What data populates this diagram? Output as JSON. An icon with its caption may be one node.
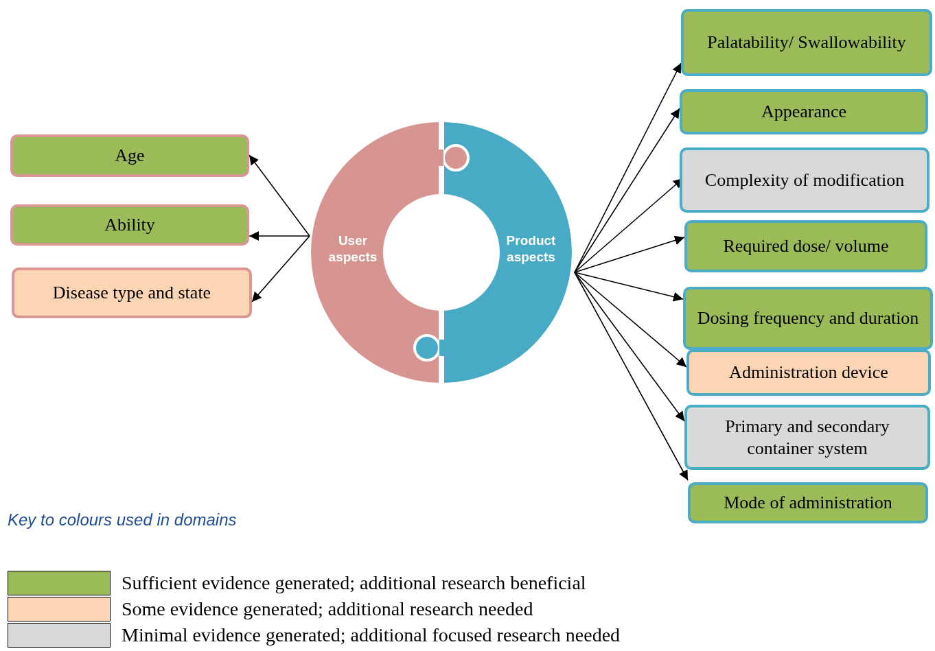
{
  "diagram": {
    "nodes": [
      {
        "text": [
          "User aspects"
        ]
      },
      {
        "text": [
          "Product aspects"
        ]
      },
      {
        "text": [
          "Age"
        ]
      },
      {
        "text": [
          "Ability"
        ]
      },
      {
        "text": [
          "Disease type and state"
        ]
      },
      {
        "text": [
          "Palatability/ Swallowability"
        ]
      },
      {
        "text": [
          "Appearance"
        ]
      },
      {
        "text": [
          "Complexity of modification"
        ]
      },
      {
        "text": [
          "Required dose/ volume"
        ]
      },
      {
        "text": [
          "Dosing frequency and duration"
        ]
      },
      {
        "text": [
          "Administration device"
        ]
      },
      {
        "text": [
          "Primary and secondary container system"
        ]
      },
      {
        "text": [
          "Mode of administration"
        ]
      }
    ],
    "edges": [
      {
        "from": 0,
        "to": 2,
        "arrow": "to"
      },
      {
        "from": 0,
        "to": 3,
        "arrow": "to"
      },
      {
        "from": 0,
        "to": 4,
        "arrow": "to"
      },
      {
        "from": 1,
        "to": 5,
        "arrow": "to"
      },
      {
        "from": 1,
        "to": 6,
        "arrow": "to"
      },
      {
        "from": 1,
        "to": 7,
        "arrow": "to"
      },
      {
        "from": 1,
        "to": 8,
        "arrow": "to"
      },
      {
        "from": 1,
        "to": 9,
        "arrow": "to"
      },
      {
        "from": 1,
        "to": 10,
        "arrow": "to"
      },
      {
        "from": 1,
        "to": 11,
        "arrow": "to"
      },
      {
        "from": 1,
        "to": 12,
        "arrow": "to"
      }
    ],
    "labels": [
      "Key to colours used in domains"
    ],
    "legend": [
      {
        "text": "Sufficient evidence generated; additional research beneficial",
        "color": "#9bbb59"
      },
      {
        "text": "Some evidence generated; additional research needed",
        "color": "#fcd5b5"
      },
      {
        "text": "Minimal evidence generated; additional focused research needed",
        "color": "#d9d9d9"
      }
    ]
  }
}
